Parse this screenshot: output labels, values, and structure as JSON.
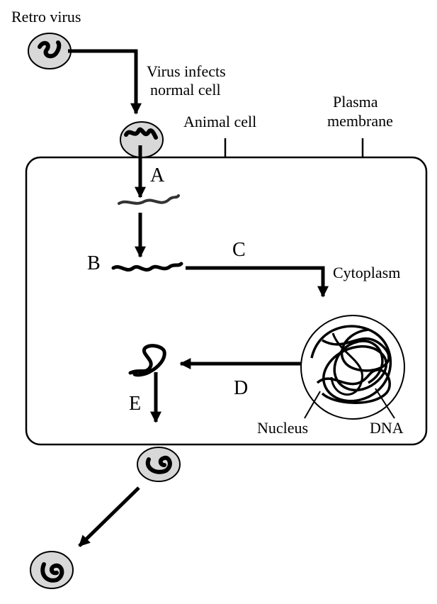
{
  "labels": {
    "retro_virus": "Retro virus",
    "virus_infects_1": "Virus infects",
    "virus_infects_2": "normal cell",
    "animal_cell": "Animal cell",
    "plasma_1": "Plasma",
    "plasma_2": "membrane",
    "cytoplasm": "Cytoplasm",
    "nucleus": "Nucleus",
    "dna": "DNA"
  },
  "steps": {
    "a": "A",
    "b": "B",
    "c": "C",
    "d": "D",
    "e": "E"
  }
}
